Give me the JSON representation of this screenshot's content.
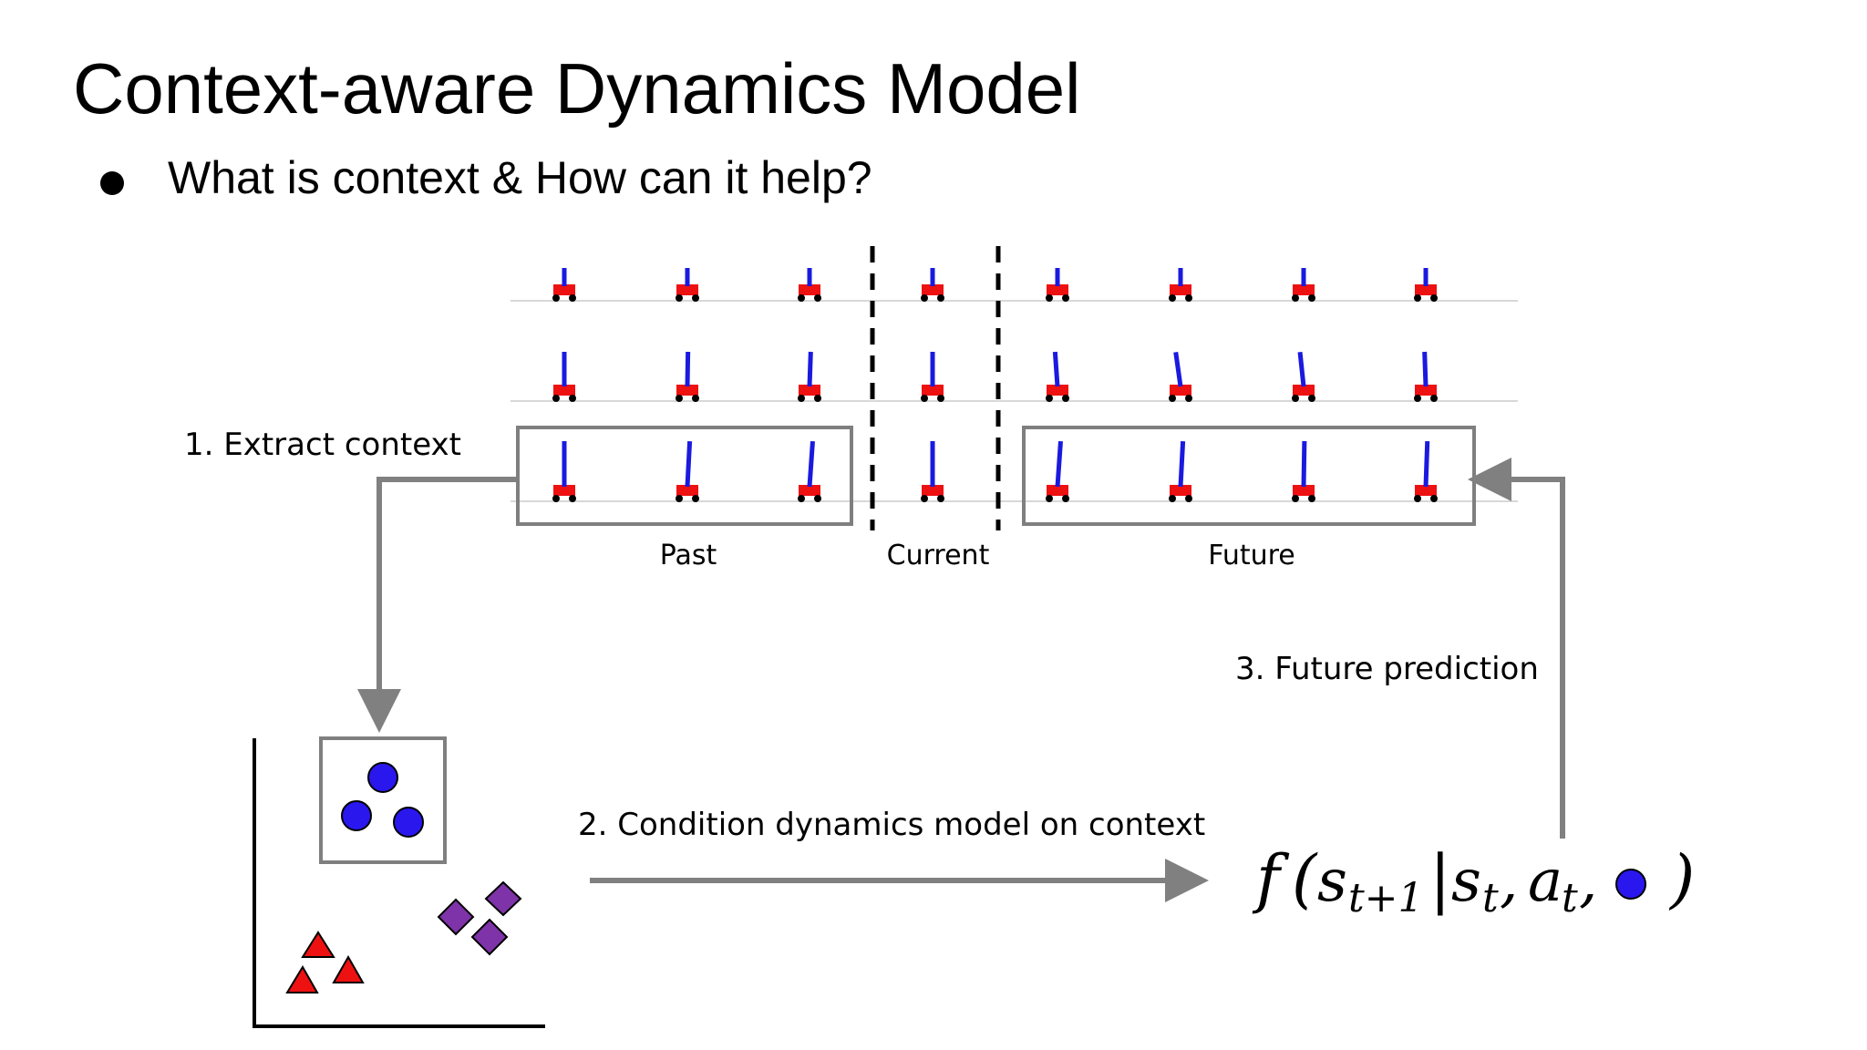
{
  "slide": {
    "title": "Context-aware Dynamics Model",
    "bullet": "What is context & How can it help?"
  },
  "diagram": {
    "steps": {
      "extract": "1. Extract context",
      "condition": "2. Condition dynamics model on context",
      "predict": "3. Future prediction"
    },
    "timeline": {
      "past": "Past",
      "current": "Current",
      "future": "Future"
    },
    "formula": {
      "f": "f",
      "open_paren": "(",
      "s": "s",
      "sub_t_plus_1": "t+1",
      "bar": "|",
      "s2": "s",
      "sub_t": "t",
      "comma1": ",",
      "a": "a",
      "sub_t2": "t",
      "comma2": ",",
      "close_paren": ")"
    },
    "cartpole_grid": {
      "columns": 8,
      "rows": [
        {
          "pole_tilts_deg": [
            0,
            0,
            0,
            0,
            0,
            0,
            0,
            0
          ]
        },
        {
          "pole_tilts_deg": [
            0,
            1,
            2,
            0,
            -4,
            -8,
            -6,
            -2
          ]
        },
        {
          "pole_tilts_deg": [
            0,
            3,
            4,
            0,
            4,
            3,
            1,
            2
          ]
        }
      ]
    },
    "colors": {
      "context_cluster": "#2a17ee",
      "triangles": "#ee1111",
      "diamonds": "#7f33a8",
      "pole": "#1a1adf",
      "cart": "#ee1111",
      "arrow": "#808080",
      "box": "#7f7f7f"
    },
    "icons": {
      "circles": "circle-marker-icon",
      "triangles": "triangle-marker-icon",
      "diamonds": "diamond-marker-icon"
    }
  }
}
